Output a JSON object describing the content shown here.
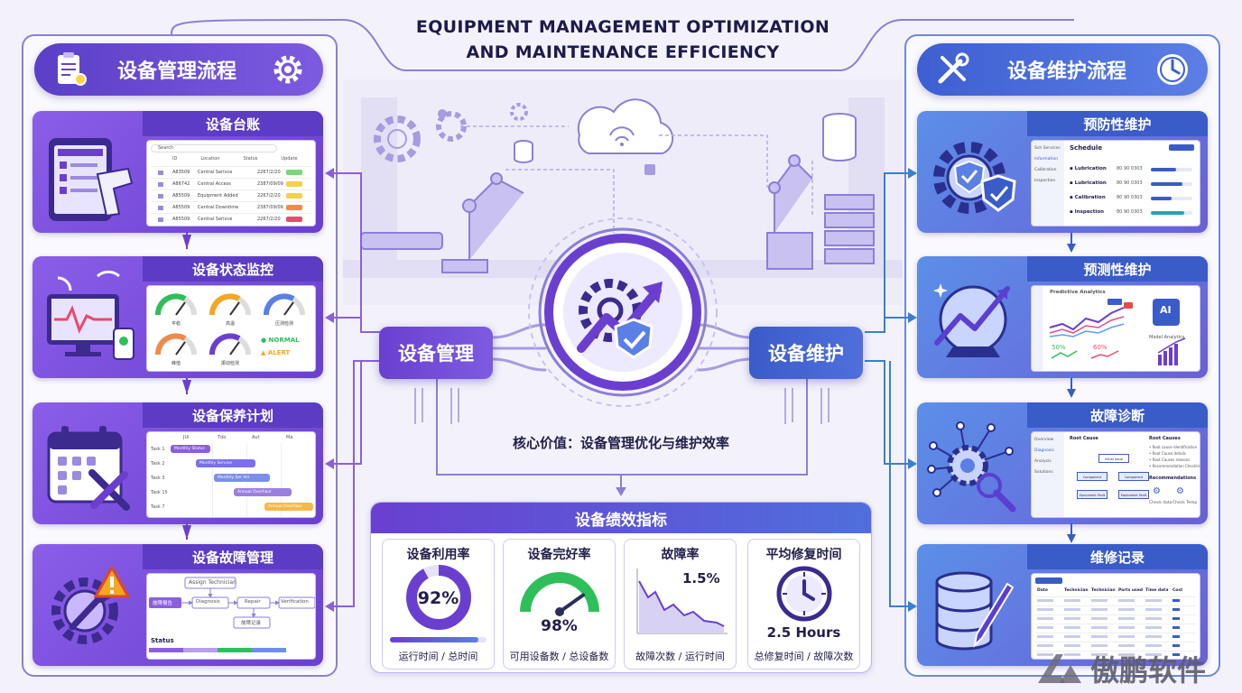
{
  "title": {
    "line1": "EQUIPMENT MANAGEMENT OPTIMIZATION",
    "line2": "AND MAINTENANCE EFFICIENCY"
  },
  "left_section": {
    "heading": "设备管理流程",
    "cards": [
      {
        "title": "设备台账",
        "panel": {
          "search": "Search",
          "headers": [
            "ID",
            "Location",
            "Status",
            "Update"
          ],
          "rows": [
            [
              "A83509",
              "Central Serivce",
              "2267/2/20"
            ],
            [
              "A86742",
              "Central Access",
              "2387/09/09"
            ],
            [
              "A85509",
              "Equipment Added",
              "2267/2/20"
            ],
            [
              "A85509",
              "Central Downtime",
              "2387/09/09"
            ],
            [
              "A85509",
              "Central Serivce",
              "2267/2/20"
            ]
          ],
          "badge_colors": [
            "#7ad67a",
            "#f5d04a",
            "#f5d04a",
            "#f08a4a",
            "#e94a6a"
          ]
        }
      },
      {
        "title": "设备状态监控",
        "panel": {
          "gauges": [
            "平稳",
            "高温",
            "压测检测",
            "峰值",
            "振动检测"
          ],
          "normal": "NORMAL",
          "alert": "ALERT"
        }
      },
      {
        "title": "设备保养计划",
        "panel": {
          "cols": [
            "JUl",
            "Tdo",
            "Aut",
            "Ma"
          ],
          "rows": [
            "Task 1",
            "Task 2",
            "Task 3",
            "Task 15",
            "Task 7"
          ],
          "bars": [
            "Monthly Status",
            "Monthly Service",
            "Monthly Ser Inn",
            "Annual Overhaul",
            "Annual Overhaul"
          ]
        }
      },
      {
        "title": "设备故障管理",
        "panel": {
          "assign": "Assign Technician",
          "steps": [
            "故障报告",
            "Diagnosis",
            "Repair",
            "Verification"
          ],
          "closing": "故障记录",
          "status": "Status"
        }
      }
    ]
  },
  "right_section": {
    "heading": "设备维护流程",
    "cards": [
      {
        "title": "预防性维护",
        "panel": {
          "schedule": "Schedule",
          "side": [
            "Sch Services",
            "Information",
            "Calibration",
            "Inspection"
          ],
          "items": [
            "Lubrication",
            "Lubrication",
            "Calibration",
            "Inspection"
          ],
          "dates": [
            "80 90 0303",
            "80 90 0303",
            "80 90 0303",
            "80 90 0303"
          ],
          "progress": [
            0.6,
            0.75,
            0.5,
            0.8
          ]
        }
      },
      {
        "title": "预测性维护",
        "panel": {
          "chart_title": "Predictive Analytics",
          "stat1": "50%",
          "stat2": "60%",
          "ai": "AI",
          "side_title": "Model Analytics"
        }
      },
      {
        "title": "故障诊断",
        "panel": {
          "side": [
            "Overview",
            "Diagnosis",
            "Analysis",
            "Solutions"
          ],
          "col1": "Root Cause",
          "col2": "Root Causes",
          "nodes": [
            "Initial Issue",
            "Component",
            "Component",
            "Equipment Fault",
            "Equipment Fault"
          ],
          "checklist": [
            "Root cause identification",
            "Root Cause details",
            "Root Causes reasons",
            "Recommendation Checklist"
          ],
          "recommend": "Recommendations",
          "tools": [
            "Check data",
            "Check Temp"
          ]
        }
      },
      {
        "title": "维修记录",
        "panel": {
          "headers": [
            "Date",
            "Technician",
            "Technician",
            "Parts used",
            "Time data",
            "Cost"
          ],
          "rows": 7
        }
      }
    ]
  },
  "hub": {
    "management": "设备管理",
    "maintenance": "设备维护",
    "core_value": "核心价值：设备管理优化与维护效率"
  },
  "kpi": {
    "heading": "设备绩效指标",
    "cards": [
      {
        "title": "设备利用率",
        "value": "92%",
        "fraction": 0.92,
        "caption": "运行时间 / 总时间"
      },
      {
        "title": "设备完好率",
        "value": "98%",
        "fraction": 0.98,
        "caption": "可用设备数 / 总设备数"
      },
      {
        "title": "故障率",
        "value": "1.5%",
        "caption": "故障次数 / 运行时间"
      },
      {
        "title": "平均修复时间",
        "value": "2.5 Hours",
        "caption": "总修复时间 / 故障次数"
      }
    ]
  },
  "watermark": "傲鹏软件",
  "colors": {
    "purple": "#6a3fd0",
    "blue": "#3a5cc8",
    "accent": "#8b7fd6",
    "green": "#2fbf5a"
  }
}
